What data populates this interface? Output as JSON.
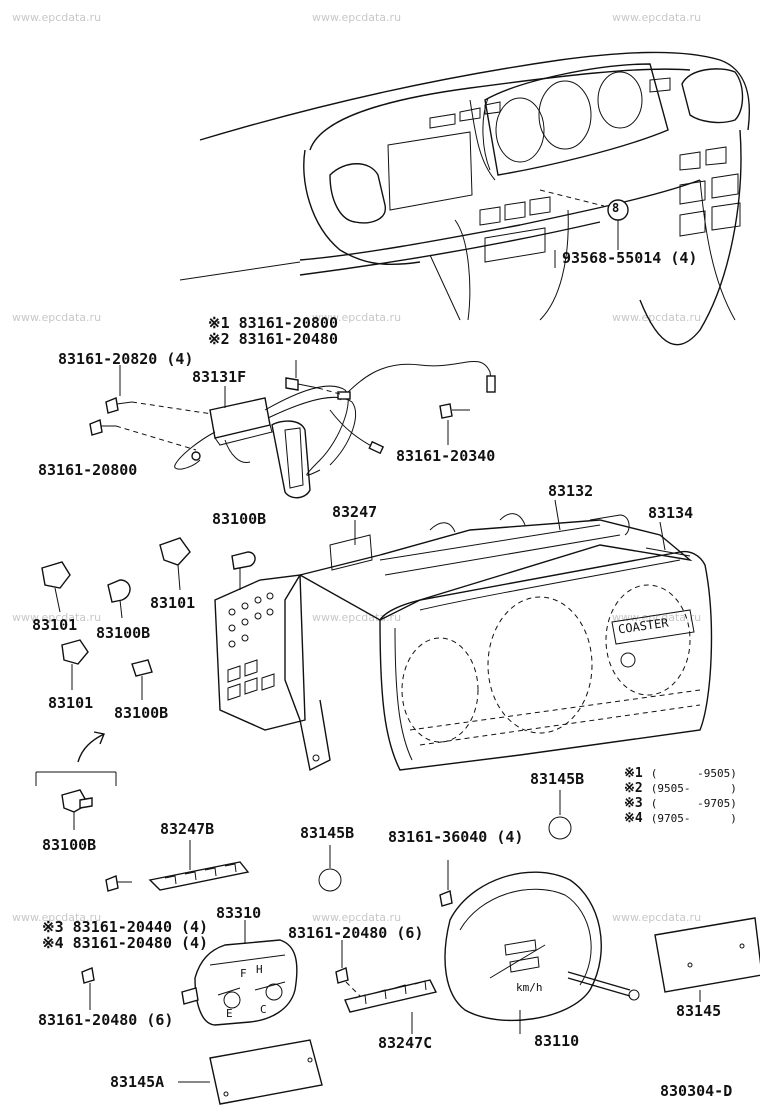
{
  "watermarks": [
    "www.epcdata.ru"
  ],
  "diagram_code": "830304-D",
  "callout_symbol": "8",
  "callouts": {
    "c93568": "93568-55014 (4)",
    "c83161_20800_s1": "※1 83161-20800",
    "c83161_20480_s2": "※2 83161-20480",
    "c83161_20820": "83161-20820 (4)",
    "c83131F": "83131F",
    "c83161_20800": "83161-20800",
    "c83161_20340": "83161-20340",
    "c83132": "83132",
    "c83134": "83134",
    "c83247": "83247",
    "c83100B_a": "83100B",
    "c83101_a": "83101",
    "c83101_b": "83101",
    "c83100B_b": "83100B",
    "c83101_c": "83101",
    "c83100B_c": "83100B",
    "c83100B_d": "83100B",
    "c83145B_a": "83145B",
    "c83145B_b": "83145B",
    "c83247B": "83247B",
    "c83161_36040": "83161-36040 (4)",
    "c83161_20440_s3": "※3 83161-20440 (4)",
    "c83161_20480_s4": "※4 83161-20480 (4)",
    "c83310": "83310",
    "c83161_20480_6a": "83161-20480 (6)",
    "c83161_20480_6b": "83161-20480 (6)",
    "c83145": "83145",
    "c83110": "83110",
    "c83247C": "83247C",
    "c83145A": "83145A"
  },
  "legend": [
    {
      "mark": "※1",
      "range": "(      -9505)"
    },
    {
      "mark": "※2",
      "range": "(9505-      )"
    },
    {
      "mark": "※3",
      "range": "(      -9705)"
    },
    {
      "mark": "※4",
      "range": "(9705-      )"
    }
  ],
  "face_text": {
    "brand": "COASTER",
    "speed_unit": "km/h",
    "fuel_f": "F",
    "fuel_e": "E",
    "temp_h": "H",
    "temp_c": "C"
  }
}
